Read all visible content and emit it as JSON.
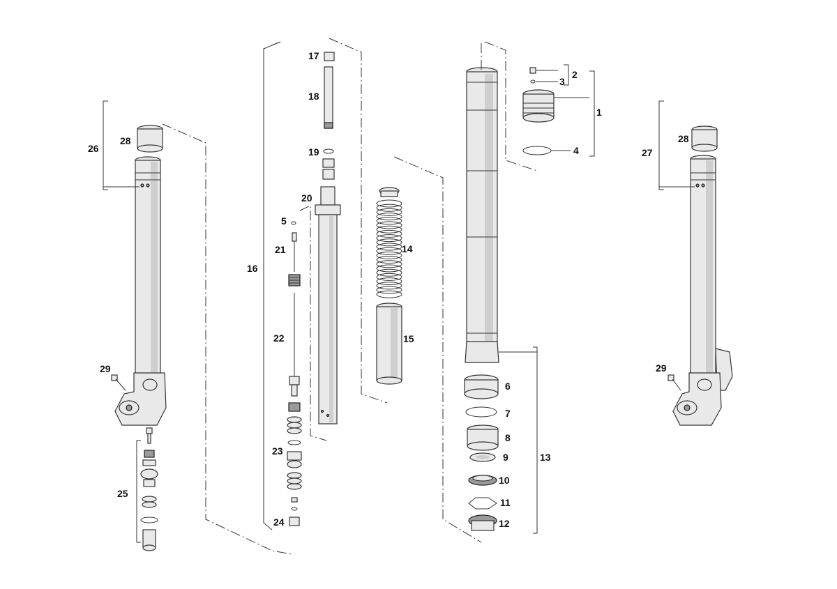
{
  "callouts": {
    "c1": "1",
    "c2": "2",
    "c3": "3",
    "c4": "4",
    "c5": "5",
    "c6": "6",
    "c7": "7",
    "c8": "8",
    "c9": "9",
    "c10": "10",
    "c11": "11",
    "c12": "12",
    "c13": "13",
    "c14": "14",
    "c15": "15",
    "c16": "16",
    "c17": "17",
    "c18": "18",
    "c19": "19",
    "c20": "20",
    "c21": "21",
    "c22": "22",
    "c23": "23",
    "c24": "24",
    "c25": "25",
    "c26": "26",
    "c27": "27",
    "c28a": "28",
    "c28b": "28",
    "c29a": "29",
    "c29b": "29"
  }
}
